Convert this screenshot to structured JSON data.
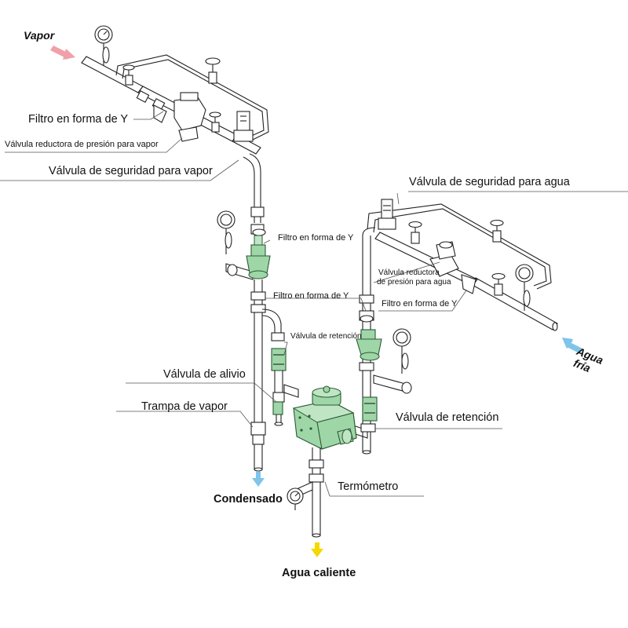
{
  "diagram": {
    "labels": {
      "vapor": "Vapor",
      "agua_fria_1": "Agua",
      "agua_fria_2": "fría",
      "condensado": "Condensado",
      "agua_caliente": "Agua caliente",
      "filtro_y_vapor": "Filtro en forma de Y",
      "reductora_vapor": "Válvula reductora de presión para vapor",
      "seguridad_vapor": "Válvula de seguridad para vapor",
      "filtro_y_mid": "Filtro en forma de Y",
      "filtro_y_low": "Filtro en forma de Y",
      "retencion_small": "Válvula de retención",
      "alivio": "Válvula de alivio",
      "trampa_vapor": "Trampa de vapor",
      "seguridad_agua": "Válvula de seguridad para agua",
      "reductora_agua_1": "Válvula reductora",
      "reductora_agua_2": "de presión para agua",
      "filtro_y_agua": "Filtro en forma de Y",
      "retencion_big": "Válvula de retención",
      "termometro": "Termómetro"
    },
    "colors": {
      "vapor_arrow": "#f0a0a8",
      "water_arrow": "#7fc4ea",
      "hot_arrow": "#f5d800",
      "green_component": "#9fd6a8"
    }
  }
}
